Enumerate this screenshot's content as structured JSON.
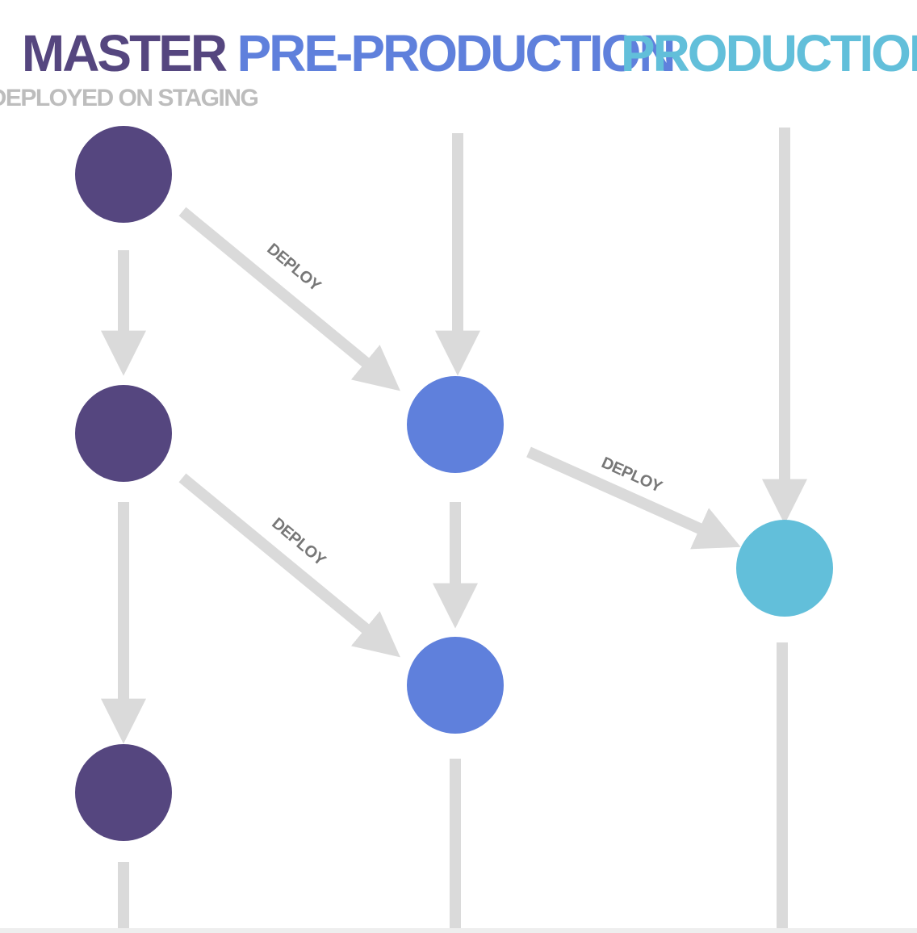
{
  "colors": {
    "master": "#55467F",
    "preproduction": "#5F80DC",
    "production": "#62BFDA",
    "subtitle": "#BDBDBD",
    "connector": "#DADADA",
    "label": "#777777"
  },
  "columns": {
    "master": {
      "title": "MASTER",
      "subtitle": "DEPLOYED ON STAGING"
    },
    "preproduction": {
      "title": "PRE-PRODUCTION"
    },
    "production": {
      "title": "PRODUCTION"
    }
  },
  "edges": {
    "deploy_master_1": {
      "label": "DEPLOY"
    },
    "deploy_master_2": {
      "label": "DEPLOY"
    },
    "deploy_preprod_1": {
      "label": "DEPLOY"
    }
  }
}
